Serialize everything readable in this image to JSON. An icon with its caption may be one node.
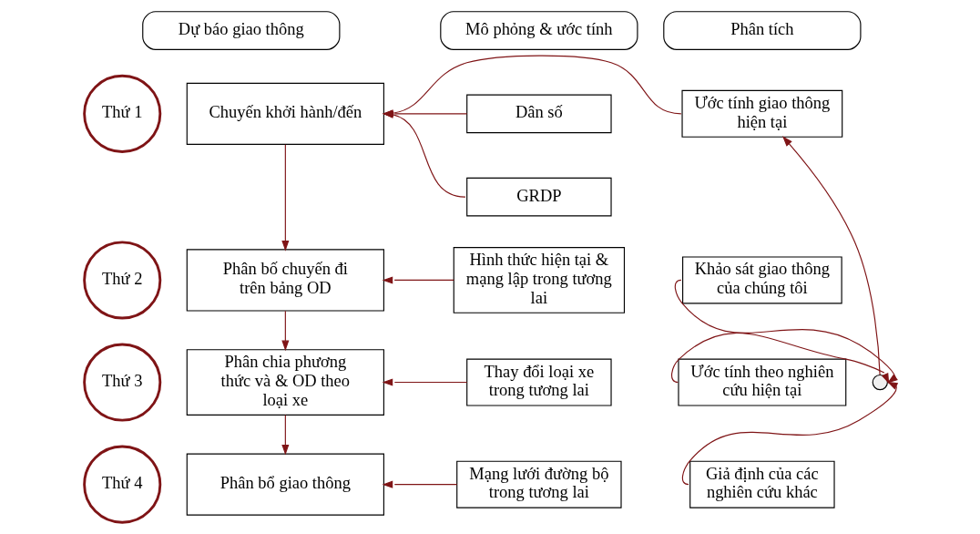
{
  "diagram": {
    "nodes": [
      {
        "text": [
          "Dự báo giao thông"
        ]
      },
      {
        "text": [
          "Mô phỏng & ước tính"
        ]
      },
      {
        "text": [
          "Phân tích"
        ]
      },
      {
        "text": [
          "Thứ 1"
        ]
      },
      {
        "text": [
          "Thứ 2"
        ]
      },
      {
        "text": [
          "Thứ 3"
        ]
      },
      {
        "text": [
          "Thứ 4"
        ]
      },
      {
        "text": [
          "Chuyến khởi hành/đến"
        ]
      },
      {
        "text": [
          "Phân bố chuyến đi trên bảng OD"
        ]
      },
      {
        "text": [
          "Phân chia phương thức và & OD theo loại xe"
        ]
      },
      {
        "text": [
          "Phân bổ giao thông"
        ]
      },
      {
        "text": [
          "Dân số"
        ]
      },
      {
        "text": [
          "GRDP"
        ]
      },
      {
        "text": [
          "Hình thức hiện tại & mạng lập trong tương lai"
        ]
      },
      {
        "text": [
          "Thay đổi loại xe trong tương lai"
        ]
      },
      {
        "text": [
          "Mạng lưới đường bộ trong tương lai"
        ]
      },
      {
        "text": [
          "Ước tính giao thông hiện tại"
        ]
      },
      {
        "text": [
          "Khảo sát giao thông của chúng tôi"
        ]
      },
      {
        "text": [
          "Ước tính theo nghiên cứu hiện tại"
        ]
      },
      {
        "text": [
          "Giả định của các nghiên cứu khác"
        ]
      },
      {
        "text": [],
        "shape": "circle"
      }
    ],
    "edges": [
      {
        "from": 7,
        "to": 8,
        "arrow": "to"
      },
      {
        "from": 8,
        "to": 9,
        "arrow": "to"
      },
      {
        "from": 9,
        "to": 10,
        "arrow": "to"
      },
      {
        "from": 11,
        "to": 7,
        "arrow": "to"
      },
      {
        "from": 12,
        "to": 7,
        "arrow": "to"
      },
      {
        "from": 13,
        "to": 8,
        "arrow": "to"
      },
      {
        "from": 14,
        "to": 9,
        "arrow": "to"
      },
      {
        "from": 15,
        "to": 10,
        "arrow": "to"
      },
      {
        "from": 16,
        "to": 7,
        "arrow": "to"
      },
      {
        "from": 17,
        "to": 20,
        "arrow": "to"
      },
      {
        "from": 18,
        "to": 20,
        "arrow": "to"
      },
      {
        "from": 19,
        "to": 20,
        "arrow": "to"
      },
      {
        "from": 20,
        "to": 16,
        "arrow": "to"
      }
    ]
  }
}
